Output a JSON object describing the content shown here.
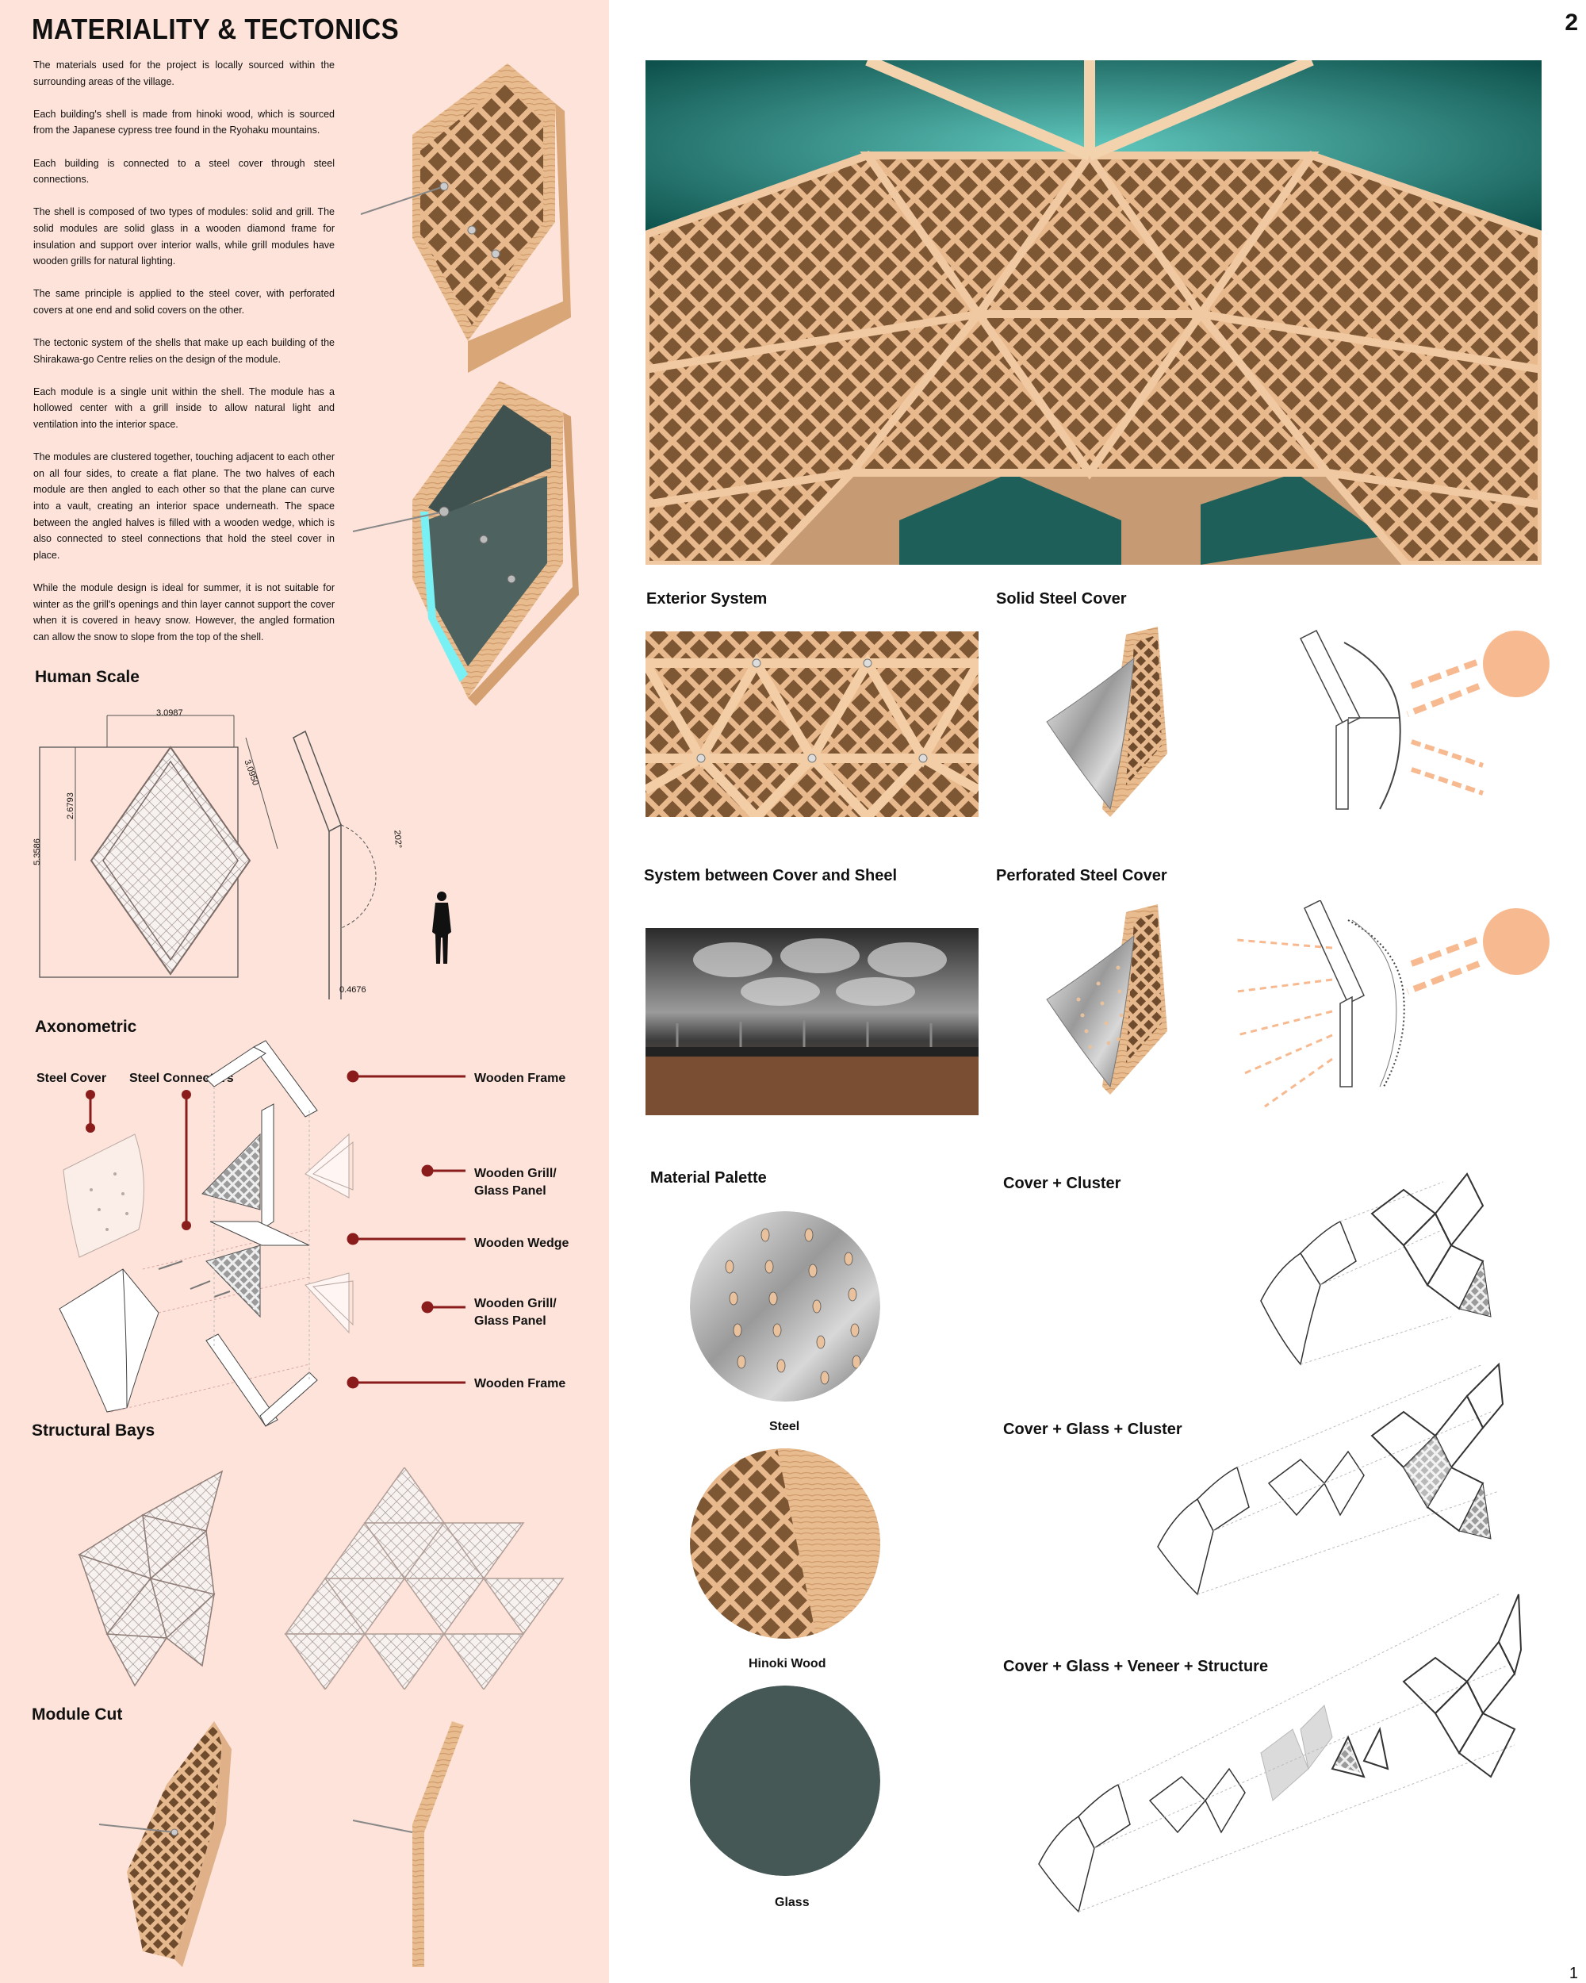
{
  "page": {
    "title": "MATERIALITY & TECTONICS",
    "page_number": "2",
    "footer_number": "1"
  },
  "intro": [
    "The materials used for the project is locally sourced within the surrounding areas of the village.",
    "Each building's shell is made from hinoki wood, which is sourced from the Japanese cypress tree found in the Ryohaku mountains.",
    "Each building is connected to a steel cover through steel connections.",
    "The shell is composed of two types of modules: solid and grill. The solid modules are solid glass in a wooden diamond frame for insulation and support over interior walls, while grill modules have wooden grills for natural lighting.",
    "The same principle is applied to the steel cover, with perforated covers at one end and solid covers on the other.",
    "The tectonic system of the shells that make up each building of the Shirakawa-go Centre relies on the design of the module.",
    "Each module is a single unit within the shell. The module has a hollowed center with a grill inside to allow natural light and ventilation into the interior space.",
    "The modules are clustered together, touching adjacent to each other on all four sides, to create a flat plane. The two halves of each module are then angled to each other so that the plane can curve into a vault, creating an interior space underneath. The space between the angled halves is filled with a wooden wedge, which is also connected to steel connections that hold the steel cover in place.",
    "While the module design is ideal for summer, it is not suitable for winter as the grill's openings and thin layer cannot support the cover when it is covered in heavy snow. However, the angled formation can allow the snow to slope from the top of the shell."
  ],
  "sections": {
    "human_scale": "Human Scale",
    "axonometric": "Axonometric",
    "structural_bays": "Structural Bays",
    "module_cut": "Module Cut",
    "exterior_system": "Exterior System",
    "solid_steel_cover": "Solid Steel Cover",
    "system_between": "System between Cover and Sheel",
    "perforated_steel_cover": "Perforated Steel Cover",
    "material_palette": "Material Palette",
    "cover_cluster": "Cover + Cluster",
    "cover_glass_cluster": "Cover + Glass + Cluster",
    "cover_glass_veneer_structure": "Cover + Glass + Veneer + Structure"
  },
  "dimensions": {
    "width": "3.0987",
    "diagonal": "3.0950",
    "half_height": "2.6793",
    "height": "5.3586",
    "angle": "202°",
    "thickness": "0.4676"
  },
  "axo_labels": {
    "steel_cover": "Steel Cover",
    "steel_connectors": "Steel Connectors",
    "legend": [
      {
        "line1": "Wooden Frame",
        "line2": ""
      },
      {
        "line1": "Wooden Grill/",
        "line2": "Glass Panel"
      },
      {
        "line1": "Wooden Wedge",
        "line2": ""
      },
      {
        "line1": "Wooden Grill/",
        "line2": "Glass Panel"
      },
      {
        "line1": "Wooden Frame",
        "line2": ""
      }
    ]
  },
  "palette": [
    {
      "name": "Steel"
    },
    {
      "name": "Hinoki Wood"
    },
    {
      "name": "Glass"
    }
  ],
  "colors": {
    "panel_bg": "#fde3d9",
    "wood": "#e8b98d",
    "glass": "#455856",
    "teal": "#1f8f86",
    "sun": "#f7b98f",
    "marker": "#8b1c1c"
  }
}
